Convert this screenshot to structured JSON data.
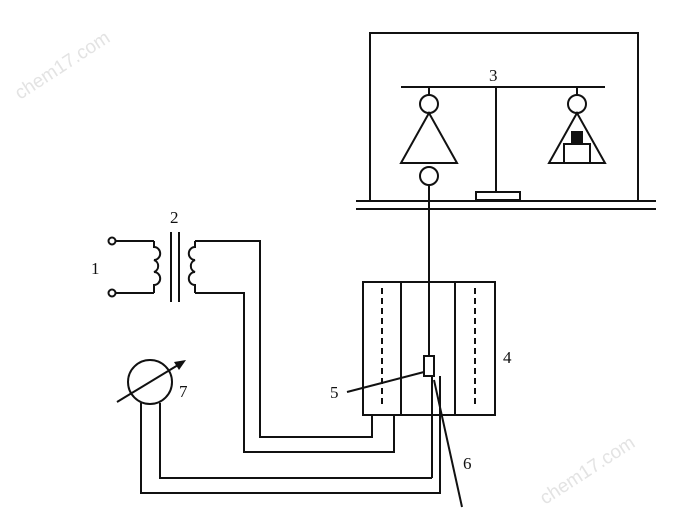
{
  "labels": {
    "l1": "1",
    "l2": "2",
    "l3": "3",
    "l4": "4",
    "l5": "5",
    "l6": "6",
    "l7": "7"
  },
  "watermark": "chem17.com",
  "colors": {
    "line": "#111111",
    "background": "#ffffff",
    "watermark": "#e3e3e3"
  }
}
